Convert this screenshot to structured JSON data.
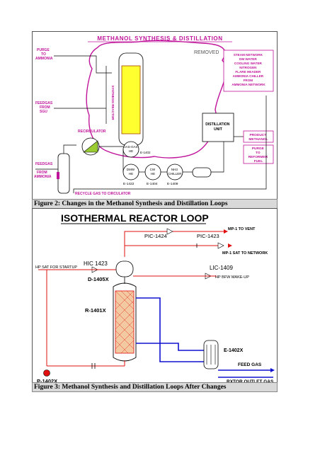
{
  "figure1": {
    "title": "METHANOL SYNTHESIS & DISTILLATION",
    "removed_label": "REMOVED",
    "purge_to_ammonia": [
      "PURGE",
      "TO",
      "AMMONIA"
    ],
    "utilities": [
      "STEAM NETWORK",
      "DM WATER",
      "COOLING WATER",
      "NITROGEN",
      "FLARE HEADER",
      "AMMONIA CHILLER",
      "FROM",
      "AMMONIA NETWORK"
    ],
    "feedgas_from_sgu": [
      "FEEDGAS",
      "FROM",
      "SGU"
    ],
    "reactor_label": "SYNTHESIS REACTOR",
    "recirculator": "RECIRCULATOR",
    "gas_gas_he": [
      "GAS-GAS",
      "HE"
    ],
    "e1402": "E-1402",
    "distillation_unit": [
      "DISTILLATION",
      "UNIT"
    ],
    "product_methanol": [
      "PRODUCT",
      "METHANOL"
    ],
    "purge_to_reformer": [
      "PURGE",
      "TO",
      "REFORMER",
      "FUEL"
    ],
    "feedgas": "FEEDGAS",
    "from_ammonia": [
      "FROM",
      "AMMONIA"
    ],
    "dmw_he": [
      "DMW",
      "HE"
    ],
    "cw_he": [
      "CW",
      "HE"
    ],
    "nh3_chiller": [
      "NH3",
      "CHILLER"
    ],
    "e1422": "E-1422",
    "e1404": "E-1404",
    "e1409": "E-1409",
    "recycle": "RECYCLE GAS TO CIRCULATOR"
  },
  "caption1": "Figure 2: Changes in the Methanol Synthesis and Distillation Loops",
  "figure2": {
    "title": "ISOTHERMAL REACTOR LOOP",
    "mp1_to_vent": "MP-1 TO VENT",
    "pic1424": "PIC-1424",
    "pic1423": "PIC-1423",
    "mp1_sat": "MP-1 SAT TO NETWORK",
    "hic1423": "HIC 1423",
    "hp_sat": "HP SAT FOR STARTUP",
    "lic1409": "LIC-1409",
    "hp_bfw": "HP BFW MAKE-UP",
    "d1405x": "D-1405X",
    "r1401x": "R-1401X",
    "e1402x": "E-1402X",
    "feed_gas": "FEED GAS",
    "rxtor_outlet": "RXTOR OUTLET GAS",
    "p1402x": "P-1402X"
  },
  "caption2": "Figure 3: Methanol Synthesis and Distillation Loops After Changes",
  "colors": {
    "magenta": "#c0149b",
    "red": "#e01010",
    "blue": "#1010d0",
    "yellow": "#ffff30",
    "orange": "#f2c9a0"
  }
}
